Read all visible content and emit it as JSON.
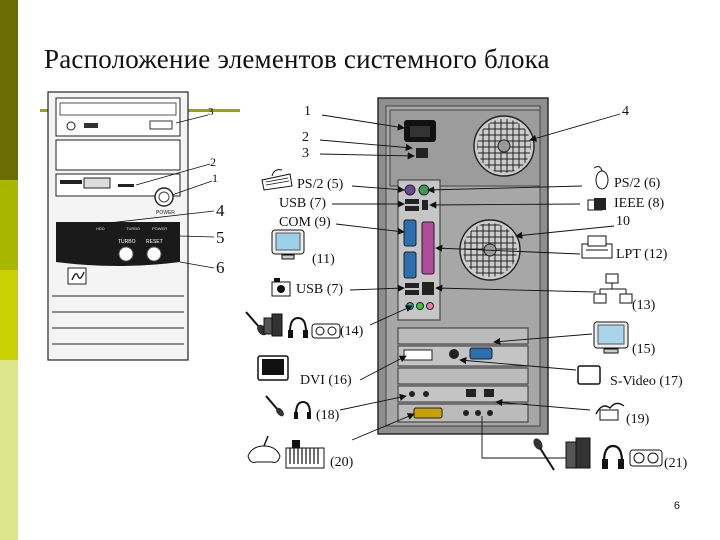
{
  "slide": {
    "title": "Расположение элементов системного блока",
    "page_number": "6",
    "accent_color": "#9aa400",
    "sidebar_colors": [
      "#6b6d00",
      "#a9b600",
      "#c9d100",
      "#dde48a"
    ]
  },
  "front_panel": {
    "text_power": "POWER",
    "text_turbo": "TURBO",
    "text_reset": "RESET",
    "text_hdd": "HDD",
    "text_turbo_led": "TURBO",
    "text_power_led": "POWER",
    "callouts": [
      "3",
      "2",
      "1",
      "4",
      "5",
      "6"
    ]
  },
  "rear_labels": {
    "l1": "1",
    "l2": "2",
    "l3": "3",
    "l4": "4",
    "ps2_5": "PS/2 (5)",
    "usb_7a": "USB (7)",
    "com_9": "COM (9)",
    "n11": "(11)",
    "usb_7b": "USB (7)",
    "n14": "(14)",
    "dvi_16": "DVI (16)",
    "n18": "(18)",
    "n20": "(20)",
    "ps2_6": "PS/2 (6)",
    "ieee_8": "IEEE (8)",
    "n10": "10",
    "lpt_12": "LPT (12)",
    "n13": "(13)",
    "n15": "(15)",
    "svideo_17": "S-Video (17)",
    "n19": "(19)",
    "n21": "(21)"
  },
  "icons": [
    "keyboard-icon",
    "mouse-icon",
    "ieee-device-icon",
    "monitor-icon",
    "printer-icon",
    "network-computers-icon",
    "camera-icon",
    "microphone-icon",
    "speakers-icon",
    "headphones-icon",
    "tape-recorder-icon",
    "tv-icon",
    "joystick-icon",
    "synthesizer-icon",
    "radio-icon"
  ]
}
